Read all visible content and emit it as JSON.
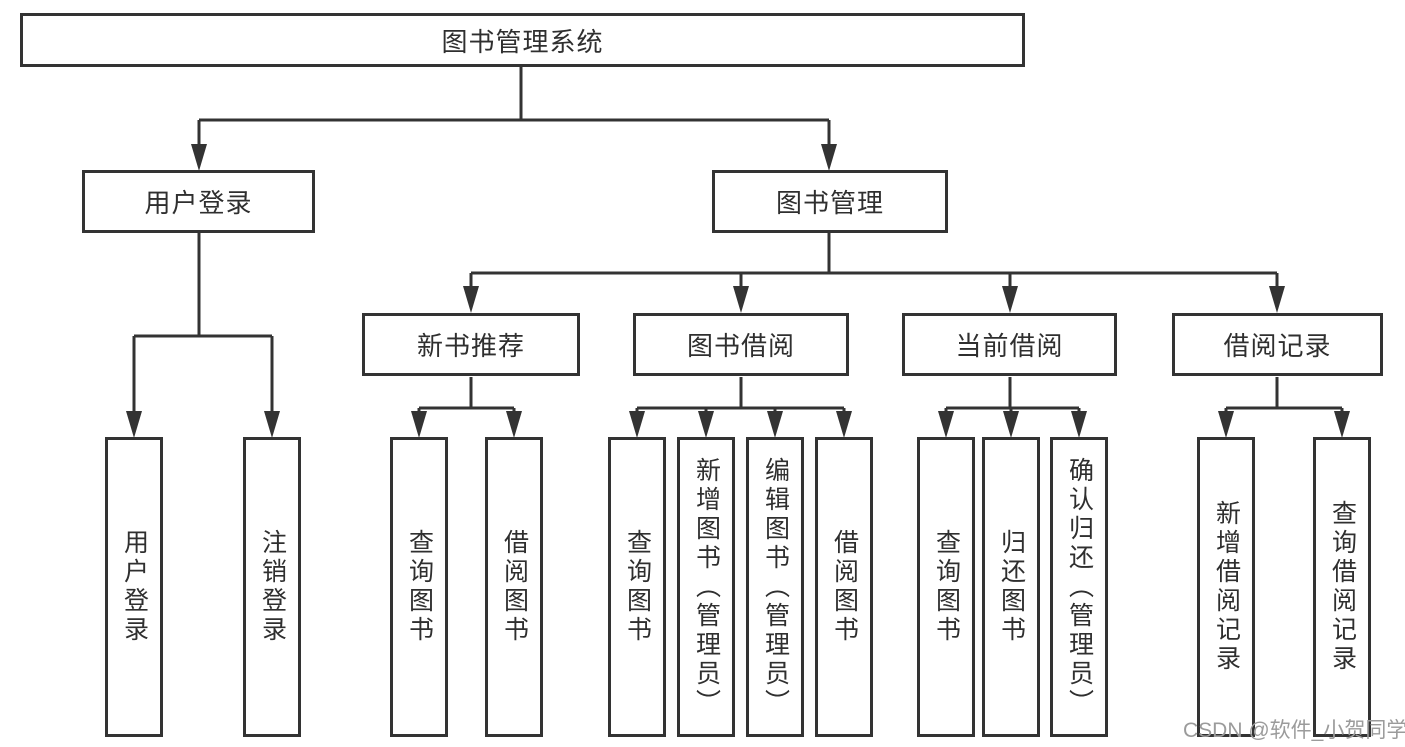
{
  "tree": {
    "label": "图书管理系统",
    "children": [
      {
        "label": "用户登录",
        "children": [
          {
            "label": "用户登录"
          },
          {
            "label": "注销登录"
          }
        ]
      },
      {
        "label": "图书管理",
        "children": [
          {
            "label": "新书推荐",
            "children": [
              {
                "label": "查询图书"
              },
              {
                "label": "借阅图书"
              }
            ]
          },
          {
            "label": "图书借阅",
            "children": [
              {
                "label": "查询图书"
              },
              {
                "label": "新增图书（管理员）"
              },
              {
                "label": "编辑图书（管理员）"
              },
              {
                "label": "借阅图书"
              }
            ]
          },
          {
            "label": "当前借阅",
            "children": [
              {
                "label": "查询图书"
              },
              {
                "label": "归还图书"
              },
              {
                "label": "确认归还（管理员）"
              }
            ]
          },
          {
            "label": "借阅记录",
            "children": [
              {
                "label": "新增借阅记录"
              },
              {
                "label": "查询借阅记录"
              }
            ]
          }
        ]
      }
    ]
  },
  "watermark": "CSDN @软件_小贺同学",
  "colors": {
    "line": "#333333",
    "box_border": "#333333",
    "box_fill": "#ffffff",
    "text": "#2f2f2f",
    "watermark": "#9b9b9b"
  }
}
